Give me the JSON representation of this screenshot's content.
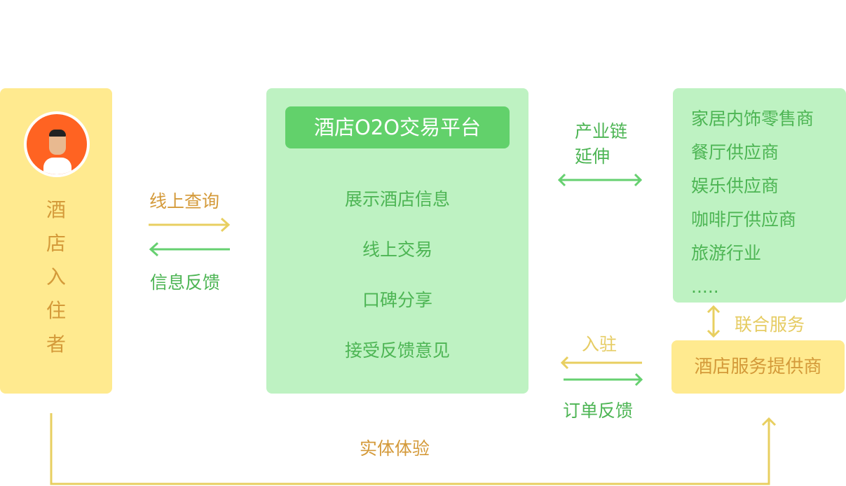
{
  "guest": {
    "label_chars": [
      "酒",
      "店",
      "入",
      "住",
      "者"
    ]
  },
  "left_arrows": {
    "top": "线上查询",
    "bottom": "信息反馈"
  },
  "platform": {
    "title": "酒店O2O交易平台",
    "steps": [
      "展示酒店信息",
      "线上交易",
      "口碑分享",
      "接受反馈意见"
    ]
  },
  "chain": {
    "line1": "产业链",
    "line2": "延伸"
  },
  "suppliers": [
    "家居内饰零售商",
    "餐厅供应商",
    "娱乐供应商",
    "咖啡厅供应商",
    "旅游行业",
    "....."
  ],
  "joint": "联合服务",
  "provider": "酒店服务提供商",
  "right_arrows": {
    "top": "入驻",
    "bottom": "订单反馈"
  },
  "bottom": "实体体验"
}
